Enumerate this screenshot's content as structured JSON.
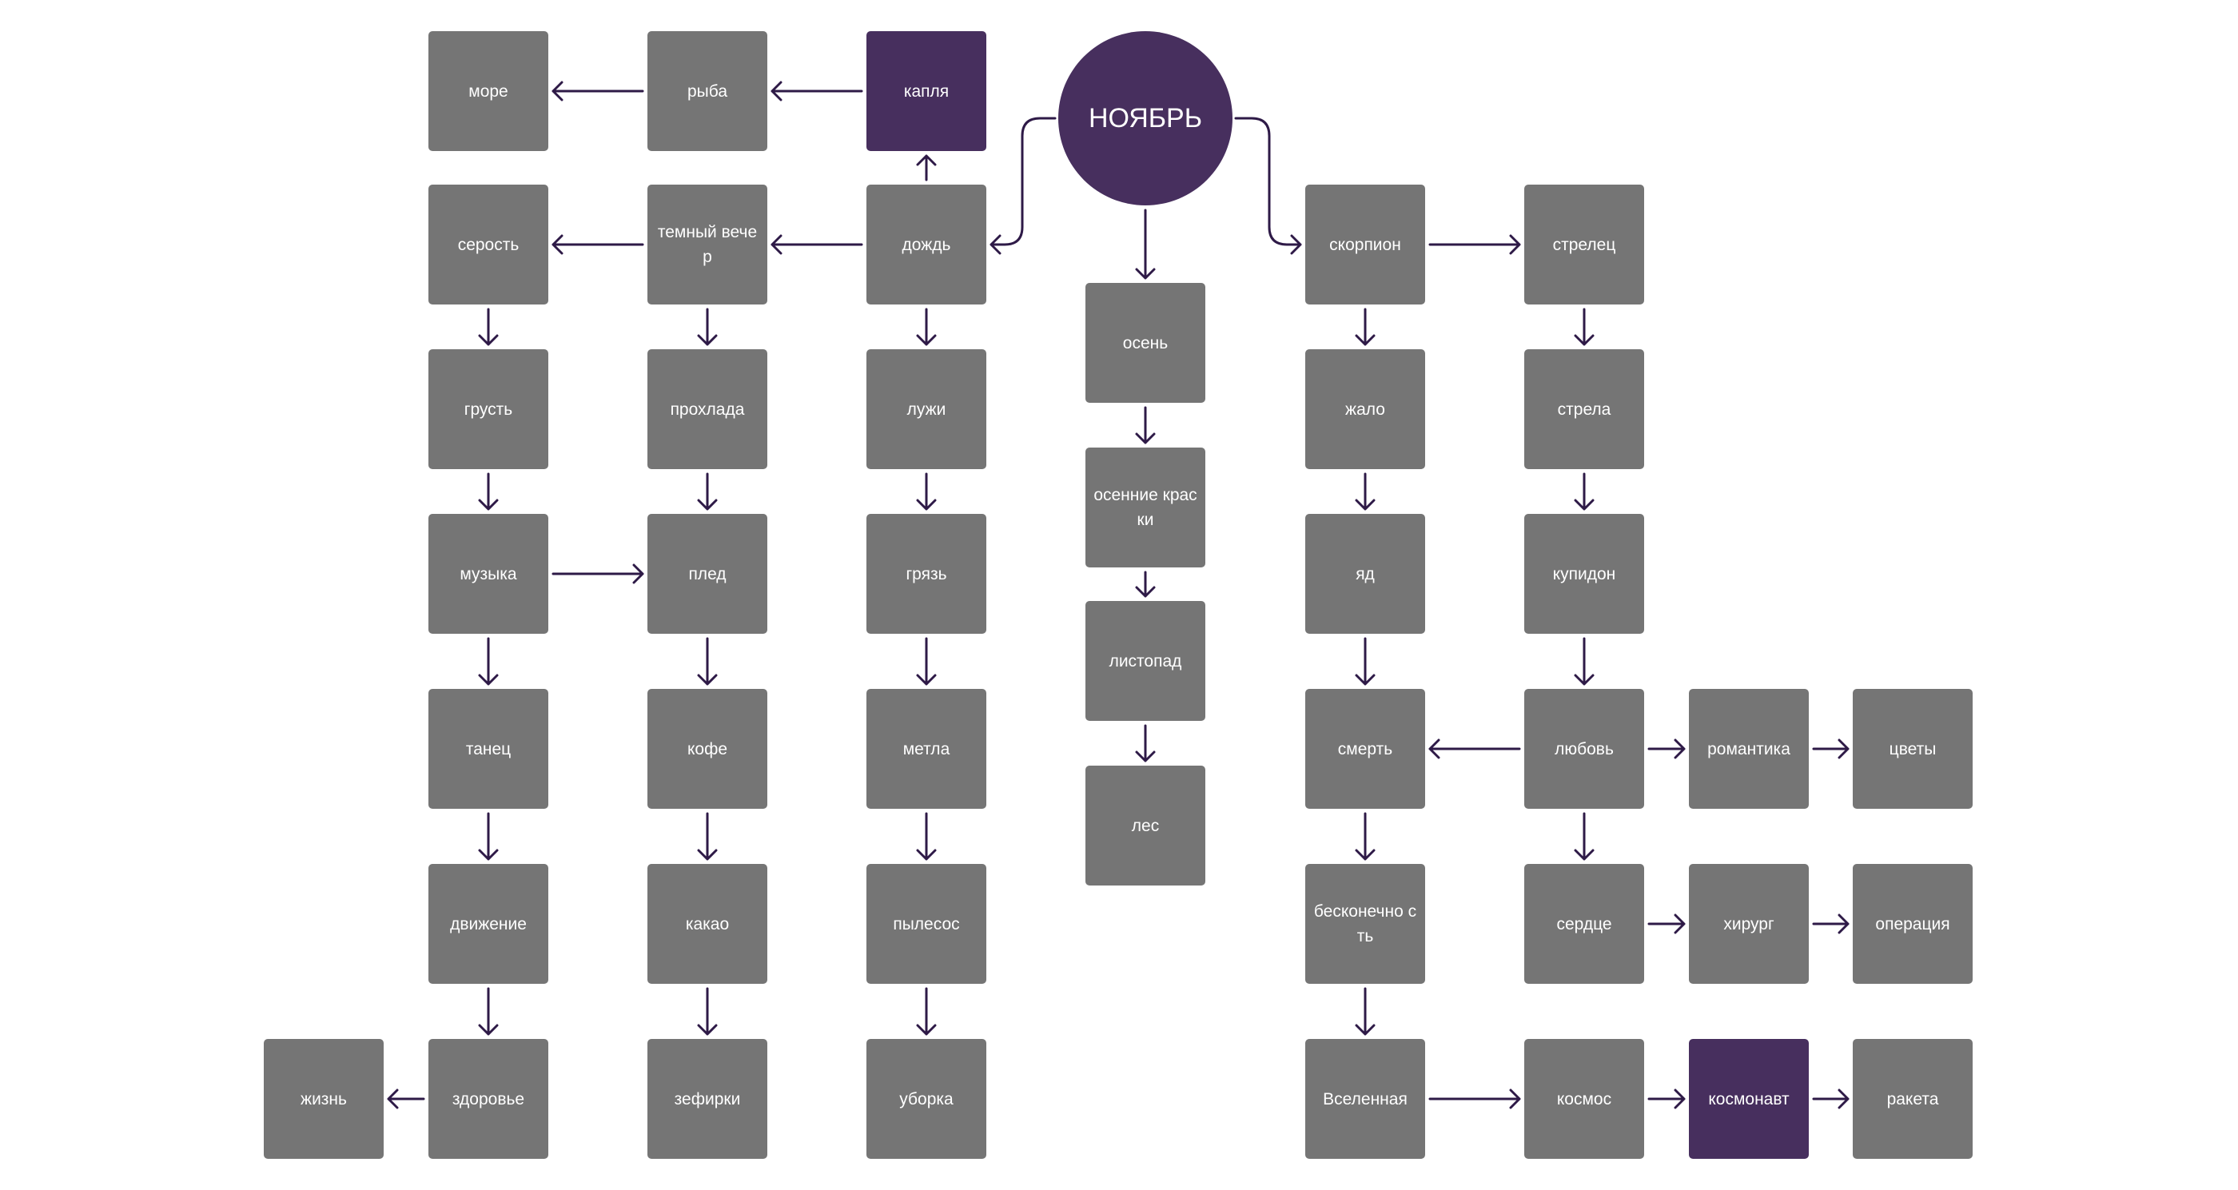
{
  "colors": {
    "node_default": "#757575",
    "node_highlight": "#472F5E",
    "root": "#472F5E",
    "edge": "#2E1A47",
    "text": "#FFFFFF",
    "background": "#FFFFFF"
  },
  "root": {
    "id": "november",
    "label": "НОЯБРЬ"
  },
  "nodes": [
    {
      "id": "sea",
      "label": "море"
    },
    {
      "id": "fish",
      "label": "рыба"
    },
    {
      "id": "drop",
      "label": "капля",
      "highlight": true
    },
    {
      "id": "grayness",
      "label": "серость"
    },
    {
      "id": "dark_evening",
      "label": "темный вечер"
    },
    {
      "id": "rain",
      "label": "дождь"
    },
    {
      "id": "sadness",
      "label": "грусть"
    },
    {
      "id": "coolness",
      "label": "прохлада"
    },
    {
      "id": "puddles",
      "label": "лужи"
    },
    {
      "id": "music",
      "label": "музыка"
    },
    {
      "id": "plaid",
      "label": "плед"
    },
    {
      "id": "mud",
      "label": "грязь"
    },
    {
      "id": "dance",
      "label": "танец"
    },
    {
      "id": "coffee",
      "label": "кофе"
    },
    {
      "id": "broom",
      "label": "метла"
    },
    {
      "id": "movement",
      "label": "движение"
    },
    {
      "id": "cocoa",
      "label": "какао"
    },
    {
      "id": "vacuum",
      "label": "пылесос"
    },
    {
      "id": "life",
      "label": "жизнь"
    },
    {
      "id": "health",
      "label": "здоровье"
    },
    {
      "id": "marshmallow",
      "label": "зефирки"
    },
    {
      "id": "cleaning",
      "label": "уборка"
    },
    {
      "id": "autumn",
      "label": "осень"
    },
    {
      "id": "autumn_colors",
      "label": "осенние краски"
    },
    {
      "id": "leaf_fall",
      "label": "листопад"
    },
    {
      "id": "forest",
      "label": "лес"
    },
    {
      "id": "scorpio",
      "label": "скорпион"
    },
    {
      "id": "sagittarius",
      "label": "стрелец"
    },
    {
      "id": "sting",
      "label": "жало"
    },
    {
      "id": "arrow",
      "label": "стрела"
    },
    {
      "id": "poison",
      "label": "яд"
    },
    {
      "id": "cupid",
      "label": "купидон"
    },
    {
      "id": "death",
      "label": "смерть"
    },
    {
      "id": "love",
      "label": "любовь"
    },
    {
      "id": "romance",
      "label": "романтика"
    },
    {
      "id": "flowers",
      "label": "цветы"
    },
    {
      "id": "infinity",
      "label": "бесконечно сть"
    },
    {
      "id": "heart",
      "label": "сердце"
    },
    {
      "id": "surgeon",
      "label": "хирург"
    },
    {
      "id": "surgery",
      "label": "операция"
    },
    {
      "id": "universe",
      "label": "Вселенная"
    },
    {
      "id": "space",
      "label": "космос"
    },
    {
      "id": "cosmonaut",
      "label": "космонавт",
      "highlight": true
    },
    {
      "id": "rocket",
      "label": "ракета"
    }
  ],
  "edges": [
    [
      "november",
      "rain"
    ],
    [
      "november",
      "autumn"
    ],
    [
      "november",
      "scorpio"
    ],
    [
      "rain",
      "drop"
    ],
    [
      "drop",
      "fish"
    ],
    [
      "fish",
      "sea"
    ],
    [
      "rain",
      "dark_evening"
    ],
    [
      "dark_evening",
      "grayness"
    ],
    [
      "grayness",
      "sadness"
    ],
    [
      "sadness",
      "music"
    ],
    [
      "music",
      "dance"
    ],
    [
      "dance",
      "movement"
    ],
    [
      "movement",
      "health"
    ],
    [
      "health",
      "life"
    ],
    [
      "music",
      "plaid"
    ],
    [
      "dark_evening",
      "coolness"
    ],
    [
      "coolness",
      "plaid"
    ],
    [
      "plaid",
      "coffee"
    ],
    [
      "coffee",
      "cocoa"
    ],
    [
      "cocoa",
      "marshmallow"
    ],
    [
      "rain",
      "puddles"
    ],
    [
      "puddles",
      "mud"
    ],
    [
      "mud",
      "broom"
    ],
    [
      "broom",
      "vacuum"
    ],
    [
      "vacuum",
      "cleaning"
    ],
    [
      "autumn",
      "autumn_colors"
    ],
    [
      "autumn_colors",
      "leaf_fall"
    ],
    [
      "leaf_fall",
      "forest"
    ],
    [
      "scorpio",
      "sagittarius"
    ],
    [
      "scorpio",
      "sting"
    ],
    [
      "sting",
      "poison"
    ],
    [
      "poison",
      "death"
    ],
    [
      "sagittarius",
      "arrow"
    ],
    [
      "arrow",
      "cupid"
    ],
    [
      "cupid",
      "love"
    ],
    [
      "love",
      "death"
    ],
    [
      "love",
      "romance"
    ],
    [
      "romance",
      "flowers"
    ],
    [
      "love",
      "heart"
    ],
    [
      "heart",
      "surgeon"
    ],
    [
      "surgeon",
      "surgery"
    ],
    [
      "death",
      "infinity"
    ],
    [
      "infinity",
      "universe"
    ],
    [
      "universe",
      "space"
    ],
    [
      "space",
      "cosmonaut"
    ],
    [
      "cosmonaut",
      "rocket"
    ]
  ]
}
